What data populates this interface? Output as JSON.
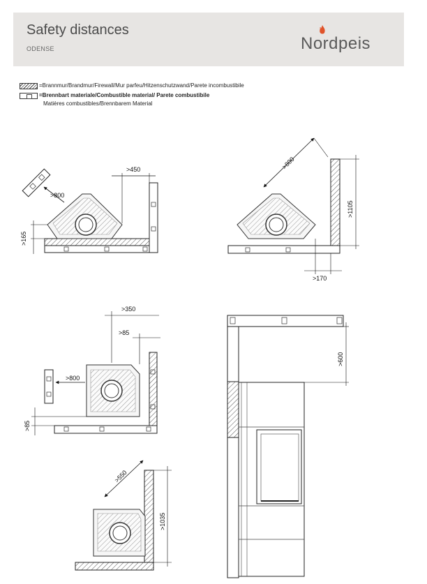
{
  "header": {
    "title": "Safety distances",
    "subtitle": "ODENSE",
    "logo_text": "Nordpeis",
    "accent_color": "#e0532a",
    "background_color": "#e7e5e3"
  },
  "legend": {
    "firewall_label": "=Brannmur/Brandmur/Firewall/Mur parfeu/Hitzenschutzwand/Parete incombustibile",
    "combustible_label": "=Brennbart materiale/Combustible material/ Parete combustibile",
    "combustible_label_2": "Matières combustibles/Brennbarem Material"
  },
  "diagrams": {
    "d1": {
      "front": ">800",
      "side": ">450",
      "back": ">165"
    },
    "d2": {
      "front": ">800",
      "height": ">1105",
      "side": ">170"
    },
    "d3": {
      "side_outer": ">350",
      "side_inner": ">85",
      "front": ">800",
      "back": ">85"
    },
    "d4": {
      "front": ">550",
      "height": ">1035"
    },
    "d5": {
      "ceiling": ">600"
    }
  }
}
